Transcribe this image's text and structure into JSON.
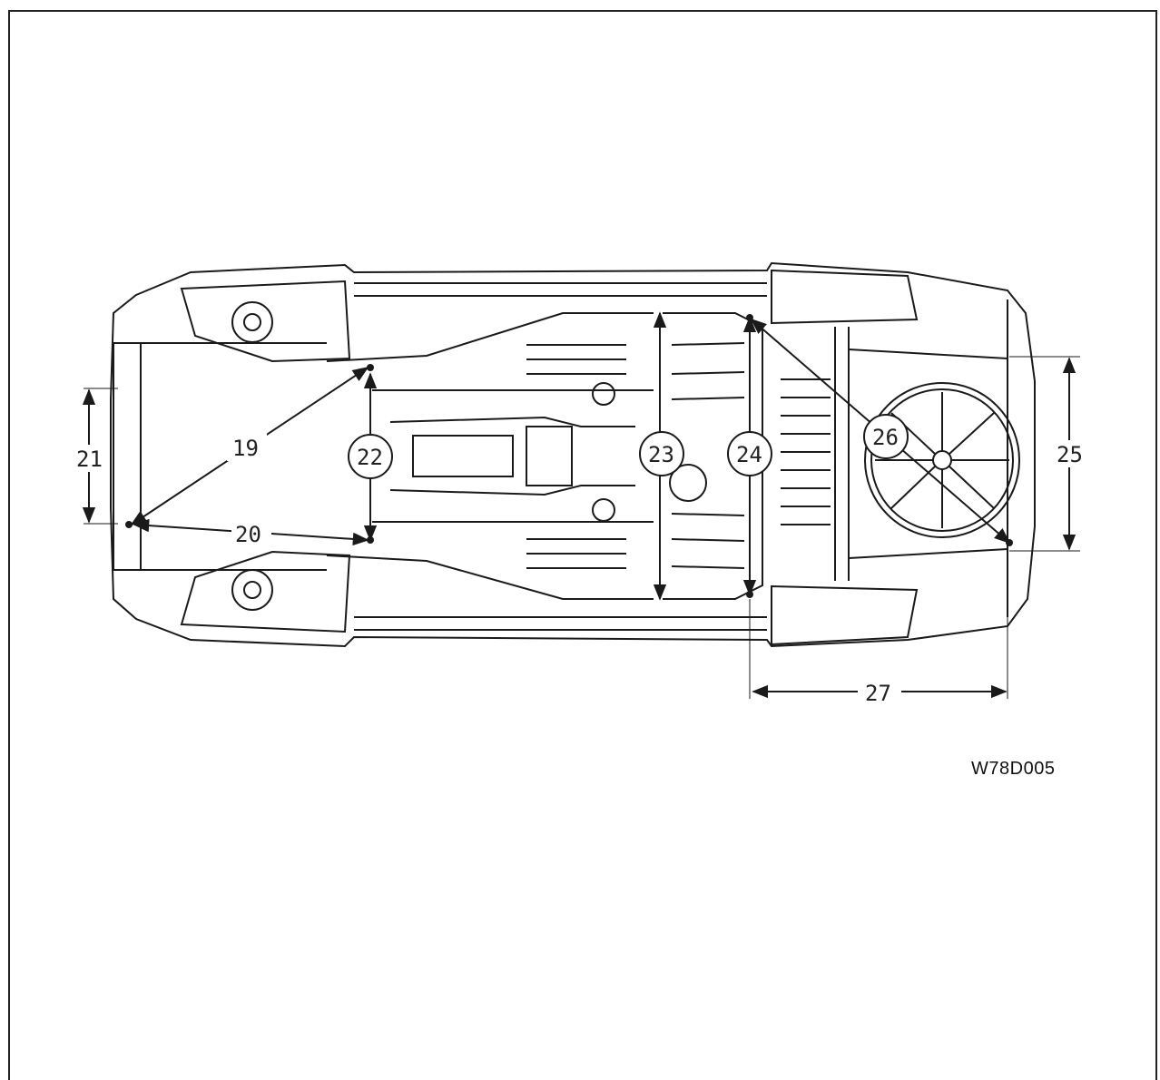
{
  "figure_code": "W78D005",
  "callouts": {
    "c19": "19",
    "c20": "20",
    "c21": "21",
    "c22": "22",
    "c23": "23",
    "c24": "24",
    "c25": "25",
    "c26": "26",
    "c27": "27"
  },
  "colors": {
    "ink": "#1a1a1a",
    "paper": "#ffffff"
  }
}
